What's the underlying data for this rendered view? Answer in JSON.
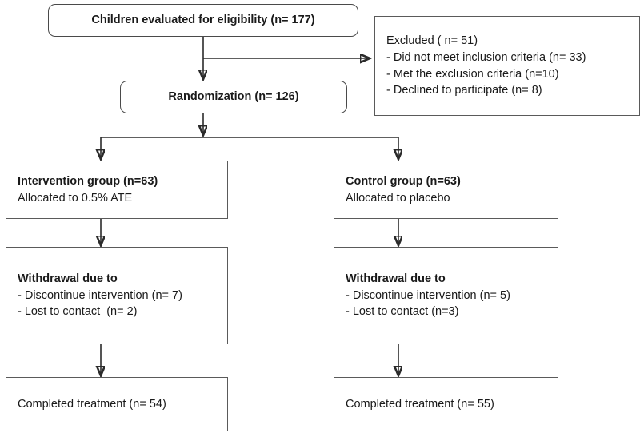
{
  "diagram": {
    "title": "CONSORT participant flow diagram",
    "colors": {
      "box_border": "#5a5a5a",
      "rounded_box_border": "#4a4a4a",
      "connector": "#2b2b2b",
      "text": "#1a1a1a",
      "background": "#ffffff"
    },
    "nodes": {
      "enrollment": {
        "name": "children-evaluated",
        "shape": "rounded-rectangle",
        "lines": [
          {
            "text": "Children evaluated for eligibility (n= 177)",
            "bold": true
          }
        ]
      },
      "excluded": {
        "name": "excluded",
        "shape": "rectangle",
        "lines": [
          {
            "text": "Excluded ( n= 51)",
            "bold": false
          },
          {
            "text": "- Did not meet inclusion criteria (n= 33)",
            "bold": false
          },
          {
            "text": "- Met the exclusion criteria (n=10)",
            "bold": false
          },
          {
            "text": "- Declined to participate (n= 8)",
            "bold": false
          }
        ]
      },
      "randomization": {
        "name": "randomization",
        "shape": "rounded-rectangle",
        "lines": [
          {
            "text": "Randomization (n= 126)",
            "bold": true
          }
        ]
      },
      "intervention_group": {
        "name": "intervention-group",
        "shape": "rectangle",
        "lines": [
          {
            "text": "Intervention group (n=63)",
            "bold": true
          },
          {
            "text": "Allocated to 0.5% ATE",
            "bold": false
          }
        ]
      },
      "control_group": {
        "name": "control-group",
        "shape": "rectangle",
        "lines": [
          {
            "text": "Control group (n=63)",
            "bold": true
          },
          {
            "text": "Allocated to placebo",
            "bold": false
          }
        ]
      },
      "intervention_withdrawal": {
        "name": "intervention-withdrawal",
        "shape": "rectangle",
        "lines": [
          {
            "text": "Withdrawal due to",
            "bold": true
          },
          {
            "text": "- Discontinue intervention (n= 7)",
            "bold": false
          },
          {
            "text": "- Lost to contact  (n= 2)",
            "bold": false
          }
        ]
      },
      "control_withdrawal": {
        "name": "control-withdrawal",
        "shape": "rectangle",
        "lines": [
          {
            "text": "Withdrawal due to",
            "bold": true
          },
          {
            "text": "- Discontinue intervention (n= 5)",
            "bold": false
          },
          {
            "text": "- Lost to contact (n=3)",
            "bold": false
          }
        ]
      },
      "intervention_completed": {
        "name": "intervention-completed",
        "shape": "rectangle",
        "lines": [
          {
            "text": "Completed treatment (n= 54)",
            "bold": false
          }
        ]
      },
      "control_completed": {
        "name": "control-completed",
        "shape": "rectangle",
        "lines": [
          {
            "text": "Completed treatment (n= 55)",
            "bold": false
          }
        ]
      }
    }
  }
}
